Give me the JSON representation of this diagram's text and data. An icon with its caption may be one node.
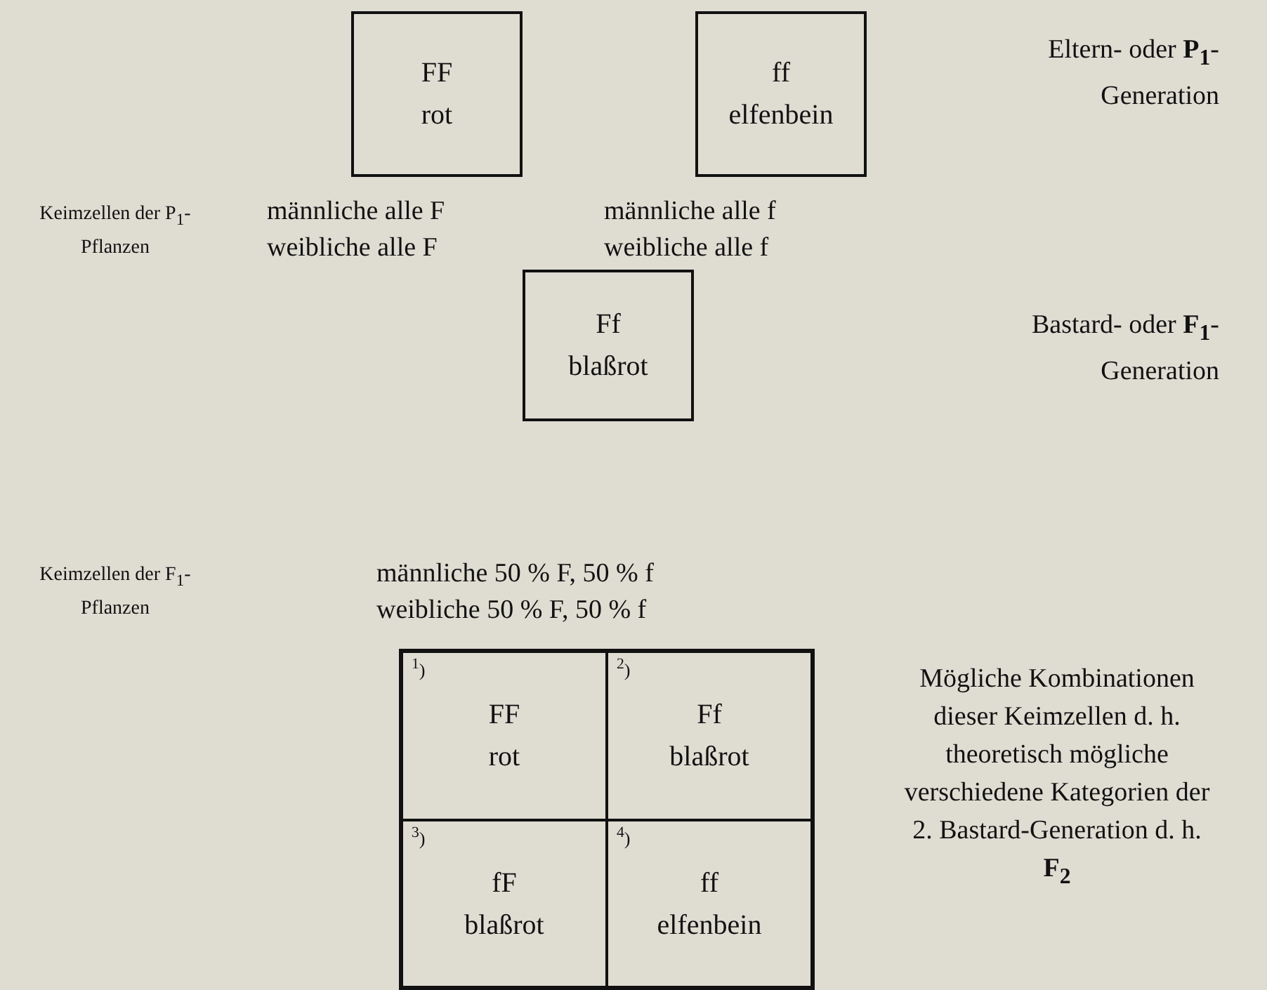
{
  "diagram": {
    "nodes": [
      {
        "text": [
          "FF",
          "rot"
        ]
      },
      {
        "text": [
          "ff",
          "elfenbein"
        ]
      },
      {
        "text": [
          "Ff",
          "blaßrot"
        ]
      },
      {
        "text": [],
        "shape": "box"
      },
      {
        "text": [
          "$^{1}$)",
          "FF",
          "rot"
        ],
        "in": 3
      },
      {
        "text": [
          "$^{2}$)",
          "Ff",
          "blaßrot"
        ],
        "in": 3
      },
      {
        "text": [
          "$^{3}$)",
          "fF",
          "blaßrot"
        ],
        "in": 3
      },
      {
        "text": [
          "$^{4}$)",
          "ff",
          "elfenbein"
        ],
        "in": 3
      }
    ],
    "edges": [],
    "labels": [
      "Eltern- oder **P$_{1}$**-Generation",
      "Keimzellen der P$_{1}$-Pflanzen",
      "männliche alle F",
      "weibliche alle F",
      "männliche alle f",
      "weibliche alle f",
      "Bastard- oder **F$_{1}$**-Generation",
      "Keimzellen der F$_{1}$-Pflanzen",
      "männliche 50 % F, 50 % f",
      "weibliche 50 % F, 50 % f",
      "Mögliche Kombinationen dieser Keimzellen d. h. theoretisch mögliche verschiedene Kategorien der 2. Bastard-Generation d. h. **F$_{2}$**"
    ]
  }
}
